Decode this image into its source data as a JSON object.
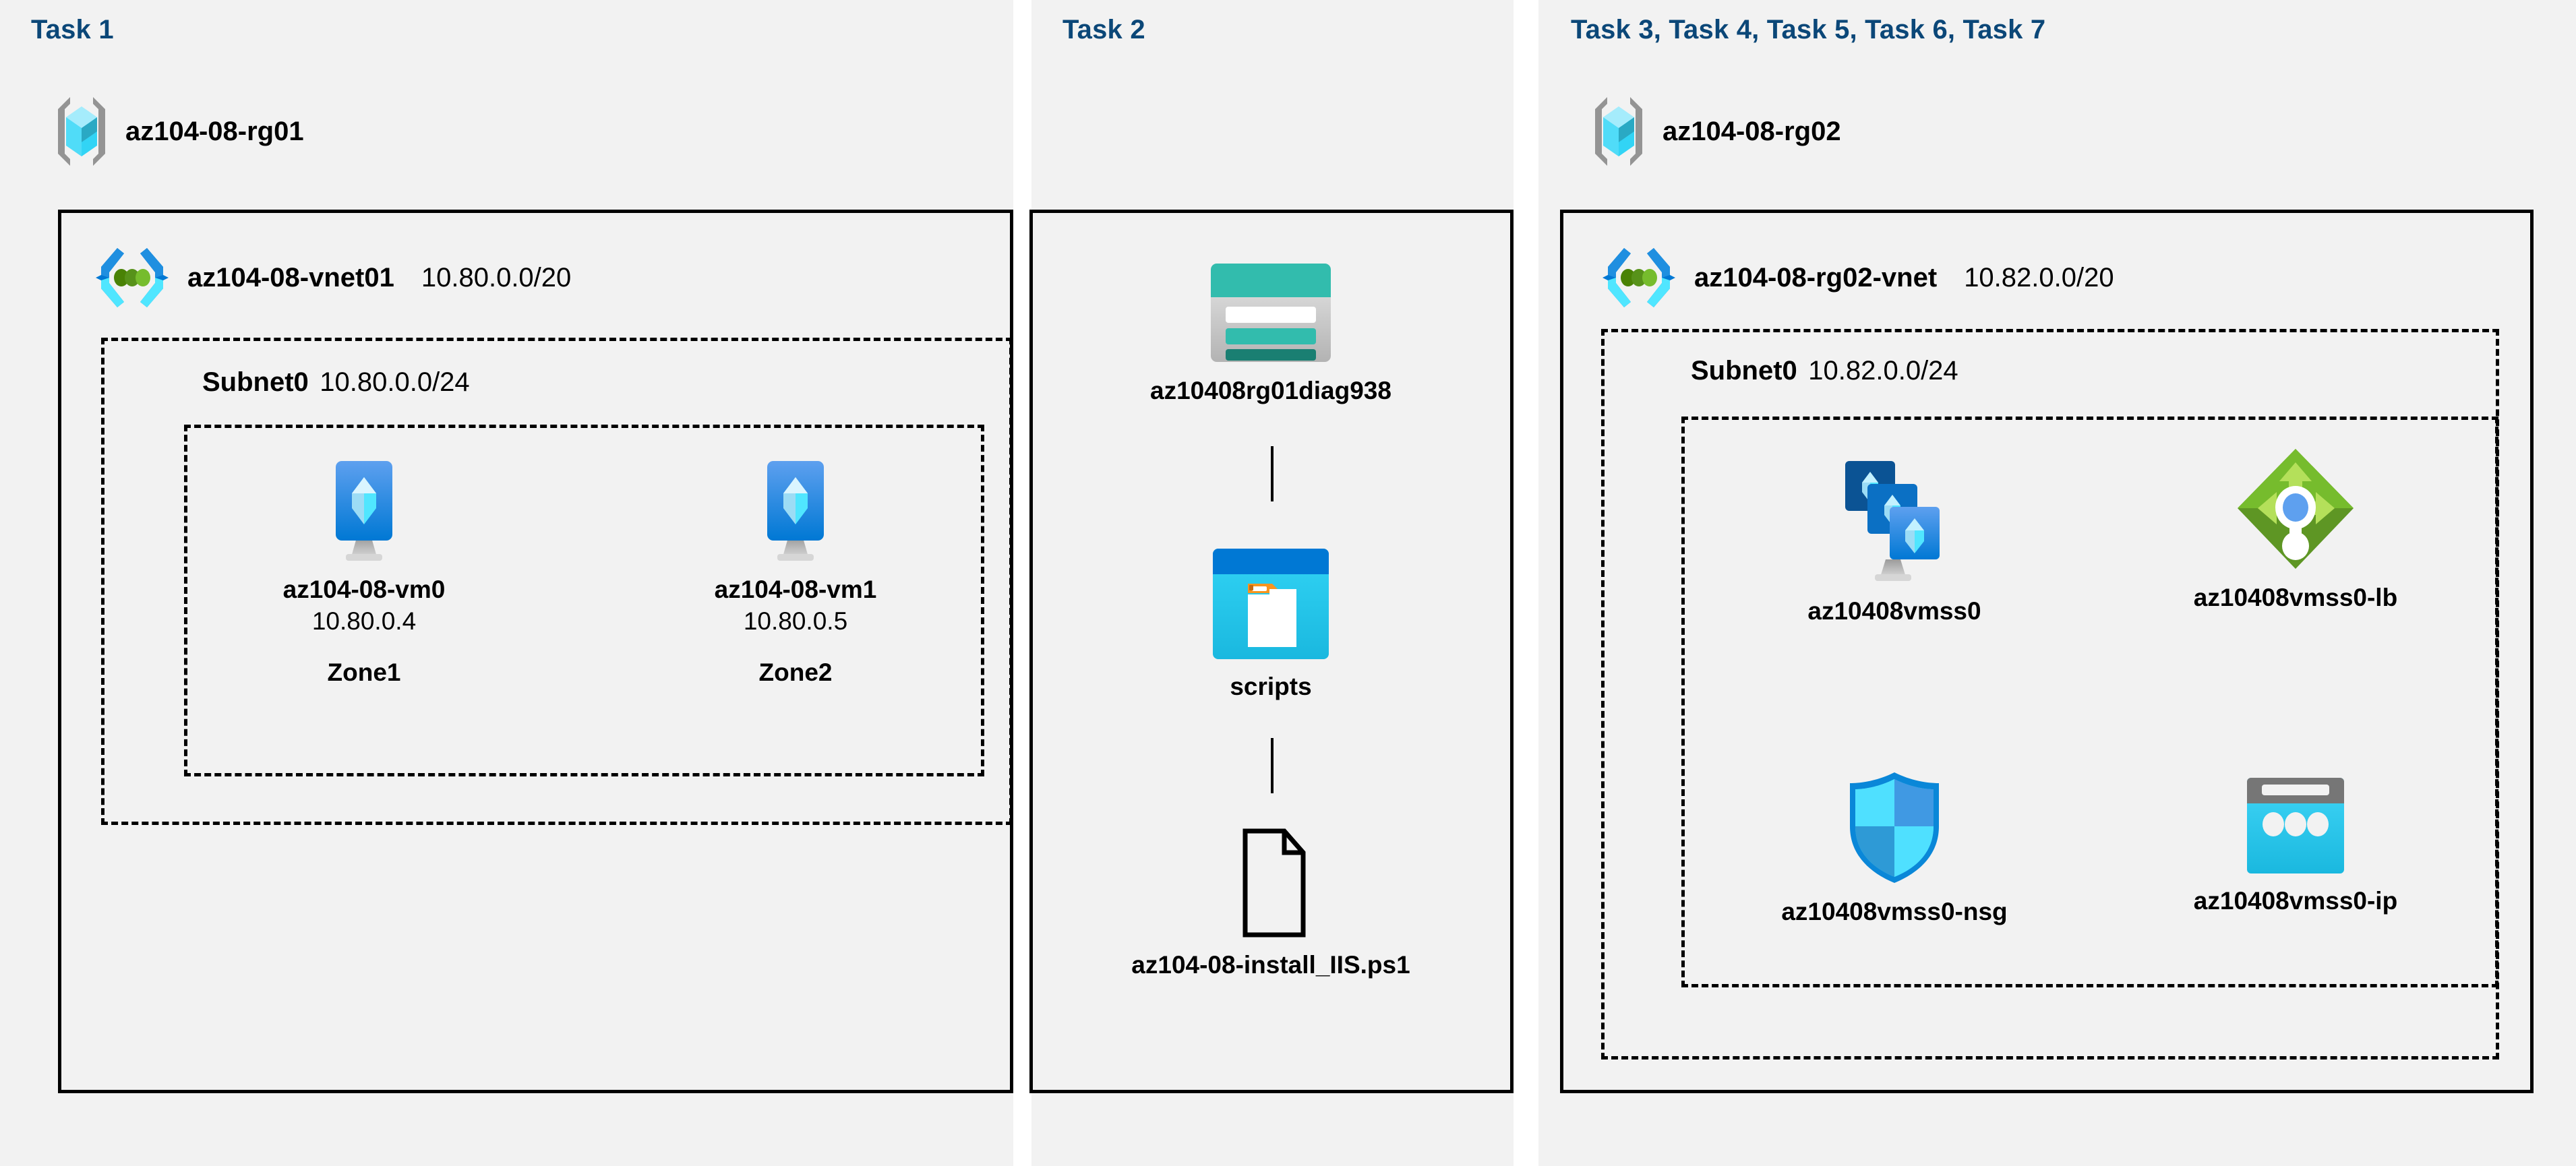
{
  "diagram": {
    "title": "Azure AZ-104 Lab 08 architecture",
    "background": "#f2f2f2",
    "accent_task_color": "#0b4778"
  },
  "panels": [
    {
      "id": "task1",
      "label": "Task 1"
    },
    {
      "id": "task2",
      "label": "Task 2"
    },
    {
      "id": "task3",
      "label": "Task 3, Task 4, Task 5, Task 6, Task 7"
    }
  ],
  "task1": {
    "label": "Task 1",
    "resource_group": {
      "name": "az104-08-rg01",
      "icon": "resource-group-icon"
    },
    "vnet": {
      "name": "az104-08-vnet01",
      "cidr": "10.80.0.0/20",
      "icon": "virtual-network-icon"
    },
    "subnet": {
      "name": "Subnet0",
      "cidr": "10.80.0.0/24"
    },
    "vms": [
      {
        "name": "az104-08-vm0",
        "ip": "10.80.0.4",
        "zone": "Zone1",
        "icon": "virtual-machine-icon"
      },
      {
        "name": "az104-08-vm1",
        "ip": "10.80.0.5",
        "zone": "Zone2",
        "icon": "virtual-machine-icon"
      }
    ]
  },
  "task2": {
    "label": "Task 2",
    "items": [
      {
        "name": "az10408rg01diag938",
        "icon": "storage-account-icon"
      },
      {
        "name": "scripts",
        "icon": "blob-container-icon"
      },
      {
        "name": "az104-08-install_IIS.ps1",
        "icon": "file-icon"
      }
    ]
  },
  "task3": {
    "label": "Task 3, Task 4, Task 5, Task 6, Task 7",
    "resource_group": {
      "name": "az104-08-rg02",
      "icon": "resource-group-icon"
    },
    "vnet": {
      "name": "az104-08-rg02-vnet",
      "cidr": "10.82.0.0/20",
      "icon": "virtual-network-icon"
    },
    "subnet": {
      "name": "Subnet0",
      "cidr": "10.82.0.0/24"
    },
    "resources": [
      {
        "name": "az10408vmss0",
        "icon": "vm-scale-set-icon"
      },
      {
        "name": "az10408vmss0-lb",
        "icon": "load-balancer-icon"
      },
      {
        "name": "az10408vmss0-nsg",
        "icon": "network-security-group-icon"
      },
      {
        "name": "az10408vmss0-ip",
        "icon": "public-ip-address-icon"
      }
    ]
  },
  "colors": {
    "task_blue": "#0b4778",
    "azure_blue": "#0078d4",
    "cyan": "#32d4f5",
    "teal": "#32bcad",
    "teal_dark": "#1a7f72",
    "green": "#76bc2d",
    "green_dark": "#5e9624",
    "gray": "#949494",
    "orange": "#f7941e",
    "panel_bg": "#f2f2f2",
    "stroke": "#000000"
  }
}
